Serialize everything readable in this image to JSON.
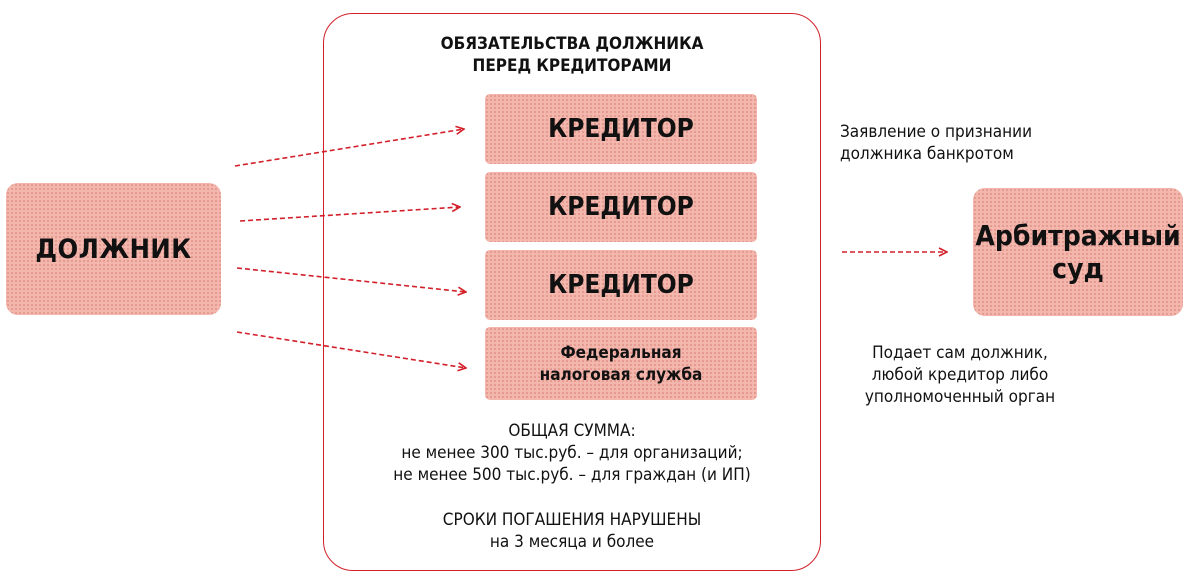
{
  "debtor": {
    "label": "ДОЛЖНИК"
  },
  "obligations": {
    "title_lines": [
      "ОБЯЗАТЕЛЬСТВА ДОЛЖНИКА",
      "ПЕРЕД КРЕДИТОРАМИ"
    ],
    "creditors": [
      {
        "label": "КРЕДИТОР"
      },
      {
        "label": "КРЕДИТОР"
      },
      {
        "label": "КРЕДИТОР"
      }
    ],
    "tax_service_lines": [
      "Федеральная",
      "налоговая служба"
    ],
    "total_sum_lines": [
      "ОБЩАЯ СУММА:",
      "не менее 300 тыс.руб. – для организаций;",
      "не менее 500 тыс.руб. – для граждан (и ИП)"
    ],
    "terms_lines": [
      "СРОКИ ПОГАШЕНИЯ НАРУШЕНЫ",
      "на 3 месяца и более"
    ]
  },
  "application": {
    "label_lines": [
      "Заявление о признании",
      "должника банкротом"
    ]
  },
  "court": {
    "label_lines": [
      "Арбитражный",
      "суд"
    ]
  },
  "filer": {
    "label_lines": [
      "Подает сам должник,",
      "любой кредитор либо",
      "уполномоченный орган"
    ]
  },
  "colors": {
    "accent": "#d3202a",
    "box_fill": "#f3b7ae",
    "text": "#111111"
  }
}
